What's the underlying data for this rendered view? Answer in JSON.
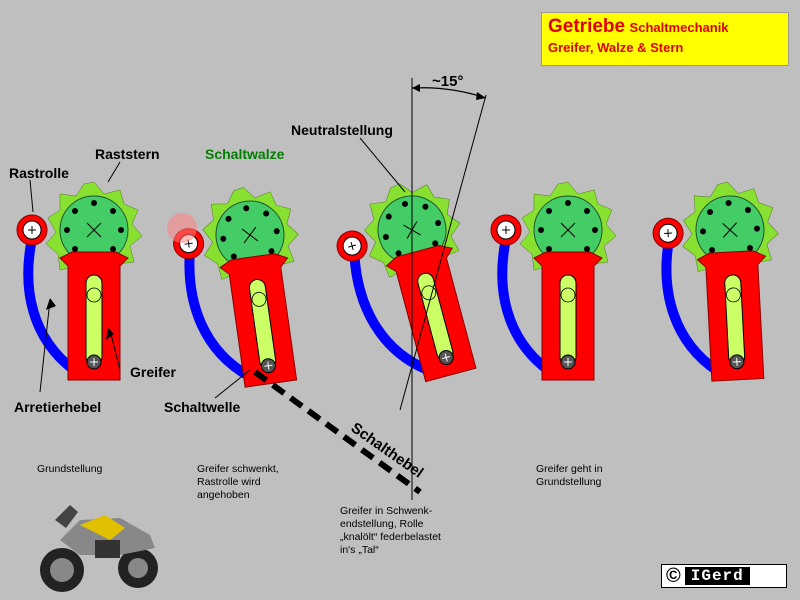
{
  "title": {
    "main": "Getriebe",
    "sub": "Schaltmechanik",
    "line2": "Greifer, Walze & Stern"
  },
  "angle_label": "~15°",
  "labels": {
    "rastrolle": "Rastrolle",
    "raststern": "Raststern",
    "schaltwalze": "Schaltwalze",
    "neutralstellung": "Neutralstellung",
    "greifer": "Greifer",
    "arretierhebel": "Arretierhebel",
    "schaltwelle": "Schaltwelle",
    "schalthebel": "Schalthebel"
  },
  "captions": {
    "c1": "Grundstellung",
    "c2": [
      "Greifer schwenkt,",
      "Rastrolle wird",
      "angehoben"
    ],
    "c3": [
      "Greifer in Schwenk-",
      "endstellung, Rolle",
      "„knalölt“ federbelastet",
      "in's „Tal“"
    ],
    "c4": [
      "Greifer geht in",
      "Grundstellung"
    ]
  },
  "copyright": {
    "symbol": "©",
    "text": "IGerd"
  },
  "colors": {
    "background": "#bfbfbf",
    "star": "#88e030",
    "drum": "#44cc66",
    "gripper": "#ff0000",
    "arm": "#0000ff",
    "slot": "#ccff66",
    "title_bg": "#ffff00",
    "title_fg": "#e00000"
  },
  "icons": [
    "motorcycle-icon"
  ]
}
